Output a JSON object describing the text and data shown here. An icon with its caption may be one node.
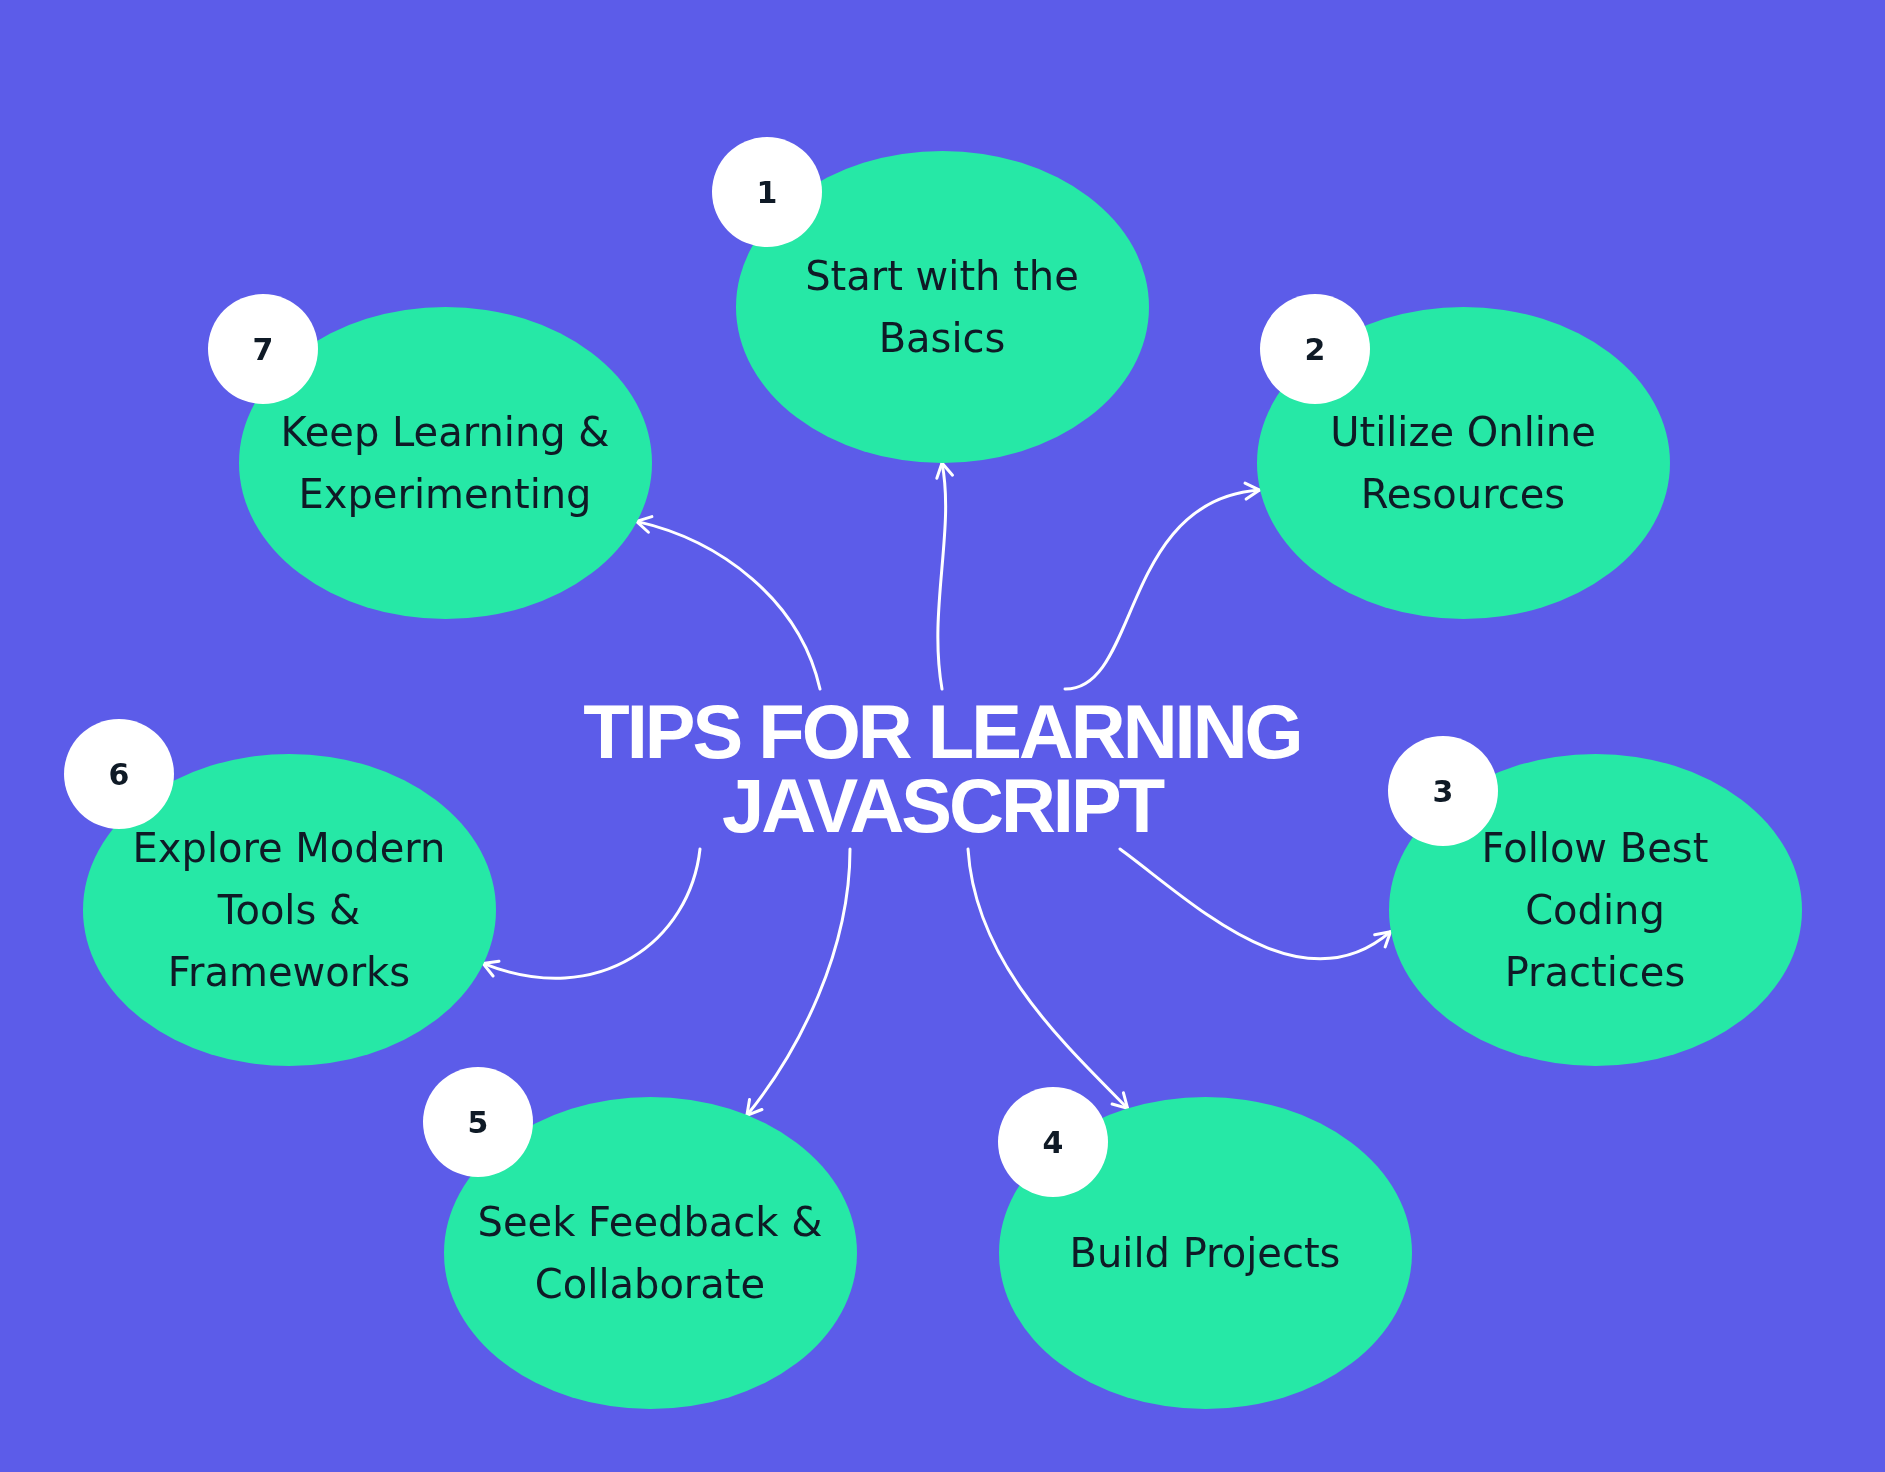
{
  "diagram": {
    "nodes": [
      {
        "text": [
          "TIPS FOR LEARNING JAVASCRIPT"
        ]
      },
      {
        "text": [
          "1"
        ]
      },
      {
        "text": [
          "Start with the Basics"
        ]
      },
      {
        "text": [
          "2"
        ]
      },
      {
        "text": [
          "Utilize Online Resources"
        ]
      },
      {
        "text": [
          "3"
        ]
      },
      {
        "text": [
          "Follow Best Coding Practices"
        ]
      },
      {
        "text": [
          "4"
        ]
      },
      {
        "text": [
          "Build Projects"
        ]
      },
      {
        "text": [
          "5"
        ]
      },
      {
        "text": [
          "Seek Feedback & Collaborate"
        ]
      },
      {
        "text": [
          "6"
        ]
      },
      {
        "text": [
          "Explore Modern Tools & Frameworks"
        ]
      },
      {
        "text": [
          "7"
        ]
      },
      {
        "text": [
          "Keep Learning & Experimenting"
        ]
      }
    ],
    "edges": [
      {
        "from": 0,
        "to": 2,
        "arrow": "to"
      },
      {
        "from": 0,
        "to": 4,
        "arrow": "to"
      },
      {
        "from": 0,
        "to": 6,
        "arrow": "to"
      },
      {
        "from": 0,
        "to": 8,
        "arrow": "to"
      },
      {
        "from": 0,
        "to": 10,
        "arrow": "to"
      },
      {
        "from": 0,
        "to": 12,
        "arrow": "to"
      },
      {
        "from": 0,
        "to": 14,
        "arrow": "to"
      }
    ]
  }
}
